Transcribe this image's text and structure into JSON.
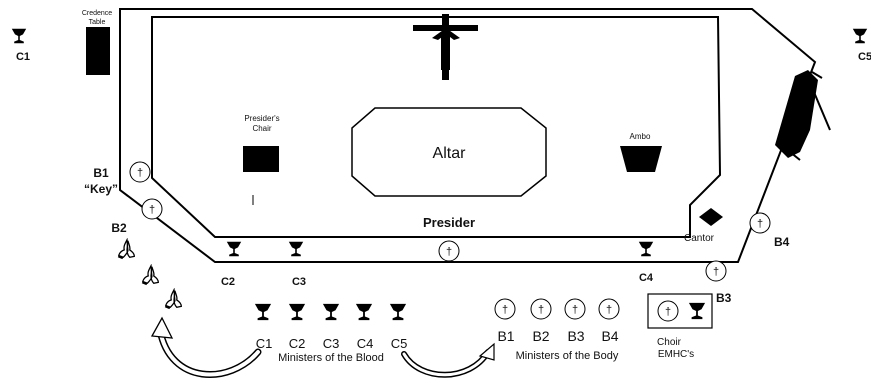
{
  "labels": {
    "credence_table_line1": "Credence",
    "credence_table_line2": "Table",
    "presiders_chair_line1": "Presider's",
    "presiders_chair_line2": "Chair",
    "altar": "Altar",
    "ambo": "Ambo",
    "presider": "Presider",
    "cantor": "Cantor",
    "key": "“Key”",
    "choir": "Choir",
    "emhcs": "EMHC's",
    "ministers_of_the_blood": "Ministers of the Blood",
    "ministers_of_the_body": "Ministers of the Body"
  },
  "positions": {
    "c1_top": "C1",
    "c5_top": "C5",
    "c2": "C2",
    "c3": "C3",
    "c4": "C4",
    "b1": "B1",
    "b2": "B2",
    "b3": "B3",
    "b4": "B4"
  },
  "row_blood": [
    "C1",
    "C2",
    "C3",
    "C4",
    "C5"
  ],
  "row_body": [
    "B1",
    "B2",
    "B3",
    "B4"
  ],
  "symbols": {
    "cross": "†"
  },
  "colors": {
    "line": "#000000",
    "background": "#ffffff",
    "furniture": "#000000"
  }
}
